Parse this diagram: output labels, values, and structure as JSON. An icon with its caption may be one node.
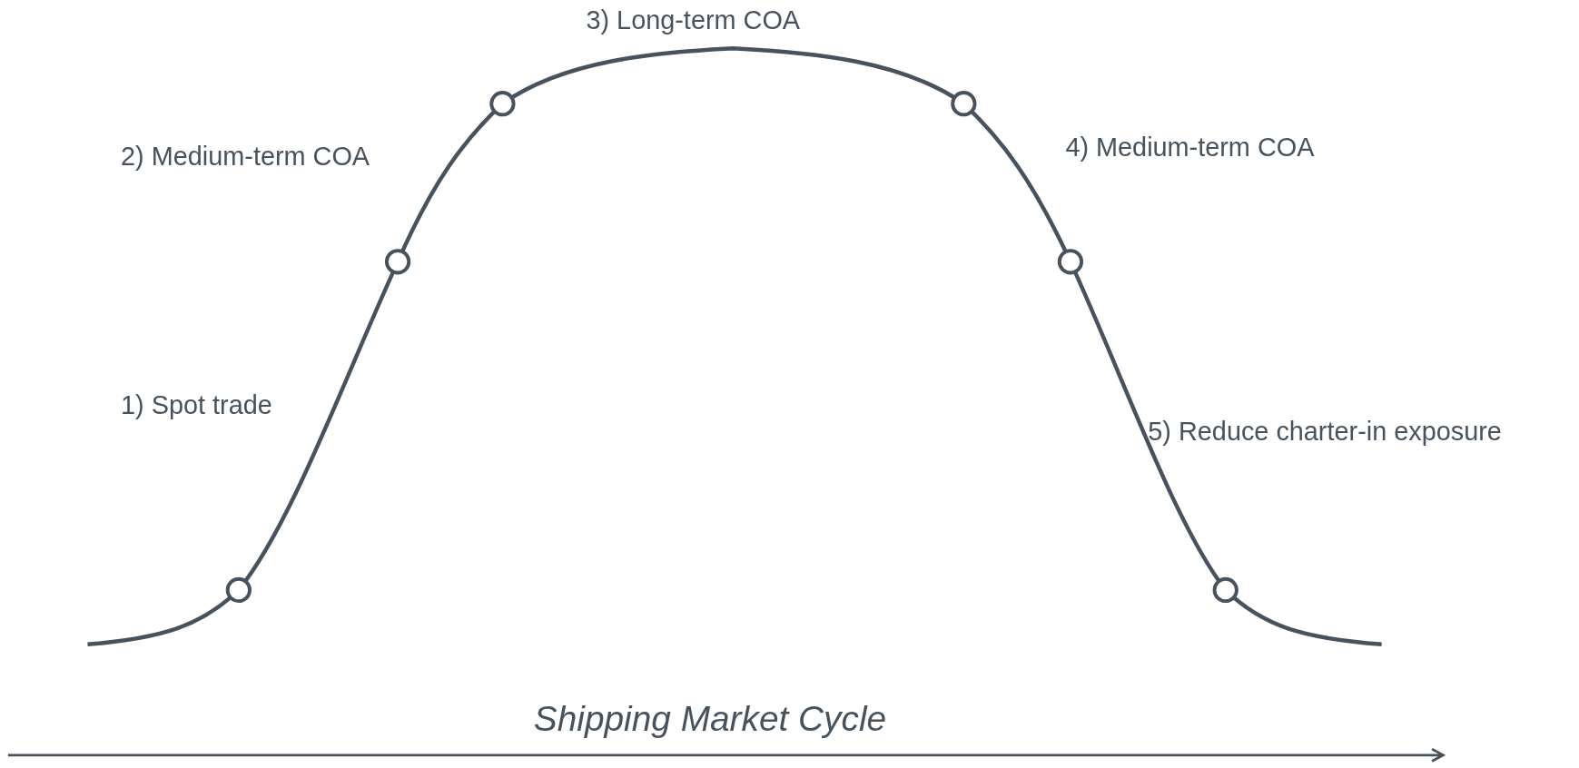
{
  "diagram": {
    "caption": "Shipping Market Cycle",
    "labels": [
      "3) Long-term COA",
      "2) Medium-term COA",
      "4) Medium-term COA",
      "1) Spot trade",
      "5) Reduce charter-in exposure"
    ]
  }
}
